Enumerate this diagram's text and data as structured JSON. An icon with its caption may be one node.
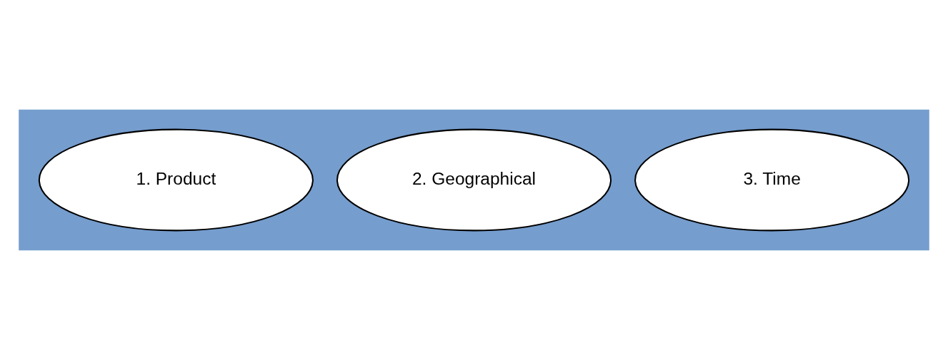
{
  "diagram": {
    "nodes": [
      {
        "text": [],
        "shape": "box"
      },
      {
        "text": [
          "1. Product"
        ],
        "in": 0
      },
      {
        "text": [
          "2. Geographical"
        ],
        "in": 0
      },
      {
        "text": [
          "3. Time"
        ],
        "in": 0
      }
    ],
    "edges": []
  }
}
